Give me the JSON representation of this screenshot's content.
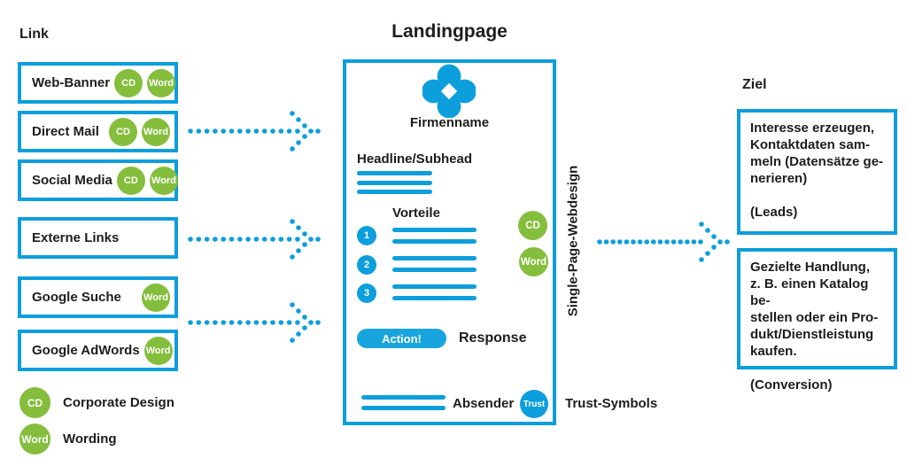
{
  "colors": {
    "blue": "#0d9edc",
    "green": "#84be3c",
    "text": "#1d1d1b"
  },
  "left_column": {
    "heading": "Link",
    "items": [
      {
        "label": "Web-Banner",
        "badges": [
          "CD",
          "Word"
        ]
      },
      {
        "label": "Direct Mail",
        "badges": [
          "CD",
          "Word"
        ]
      },
      {
        "label": "Social Media",
        "badges": [
          "CD",
          "Word"
        ]
      },
      {
        "label": "Externe Links",
        "badges": []
      },
      {
        "label": "Google Suche",
        "badges": [
          "Word"
        ]
      },
      {
        "label": "Google AdWords",
        "badges": [
          "Word"
        ]
      }
    ],
    "legend": [
      {
        "badge": "CD",
        "label": "Corporate Design"
      },
      {
        "badge": "Word",
        "label": "Wording"
      }
    ]
  },
  "center": {
    "heading": "Landingpage",
    "company_name": "Firmenname",
    "headline_label": "Headline/Subhead",
    "benefits_label": "Vorteile",
    "benefit_numbers": [
      "1",
      "2",
      "3"
    ],
    "badges": [
      "CD",
      "Word"
    ],
    "action_button": "Action!",
    "response_label": "Response",
    "sender_label": "Absender",
    "trust_badge": "Trust",
    "trust_symbols_label": "Trust-Symbols",
    "side_label": "Single-Page-Webdesign"
  },
  "right_column": {
    "heading": "Ziel",
    "goals": [
      {
        "text": "Interesse erzeugen,\nKontaktdaten sam-\nmeln (Datensätze ge-\nnerieren)",
        "tag": "(Leads)"
      },
      {
        "text": "Gezielte Handlung,\nz. B. einen Katalog be-\nstellen oder ein Pro-\ndukt/Dienstleistung\nkaufen.",
        "tag": "(Conversion)"
      }
    ]
  }
}
